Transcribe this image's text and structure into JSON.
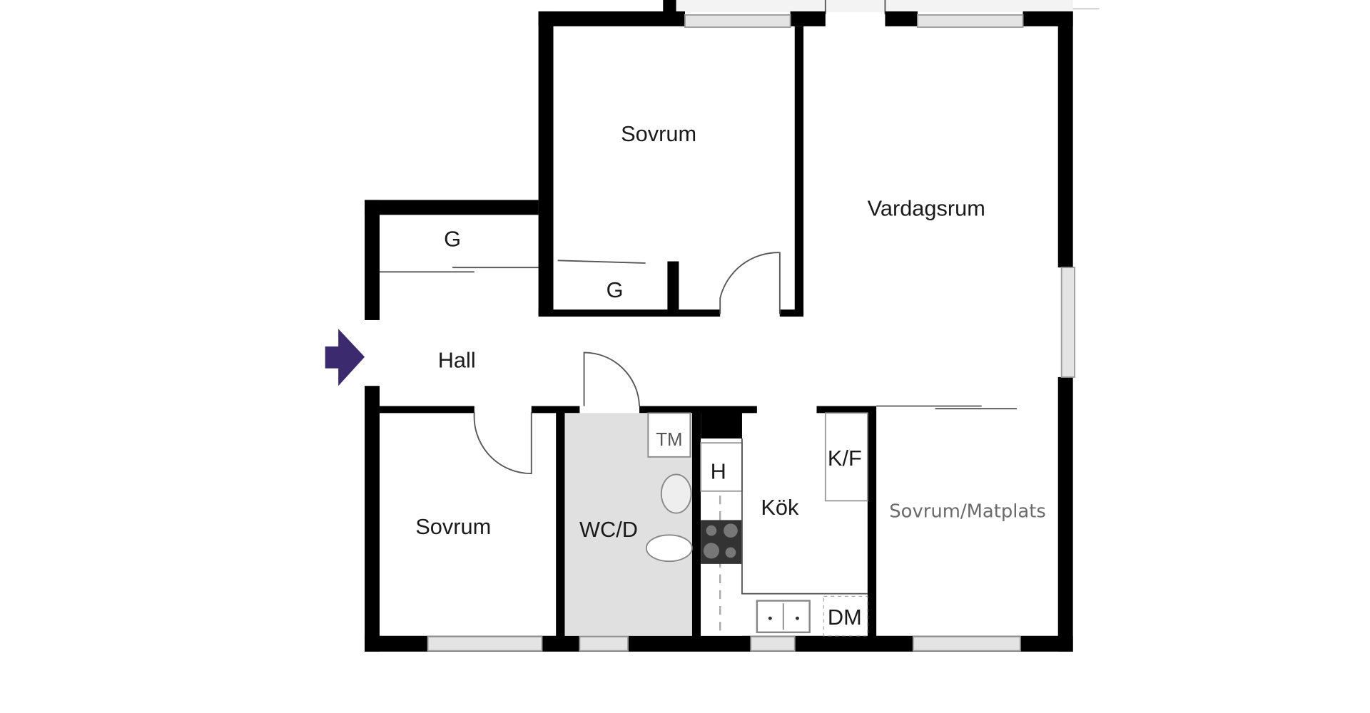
{
  "floorplan": {
    "rooms": {
      "sovrum_top": "Sovrum",
      "vardagsrum": "Vardagsrum",
      "garderob_1": "G",
      "garderob_2": "G",
      "hall": "Hall",
      "sovrum_bottom": "Sovrum",
      "wc": "WC/D",
      "tm": "TM",
      "h": "H",
      "kok": "Kök",
      "kf": "K/F",
      "dm": "DM",
      "sovrum_matplats": "Sovrum/Matplats"
    },
    "colors": {
      "wall": "#000000",
      "wc_fill": "#e0e0e0",
      "entrance_arrow": "#3b2a6e"
    }
  }
}
